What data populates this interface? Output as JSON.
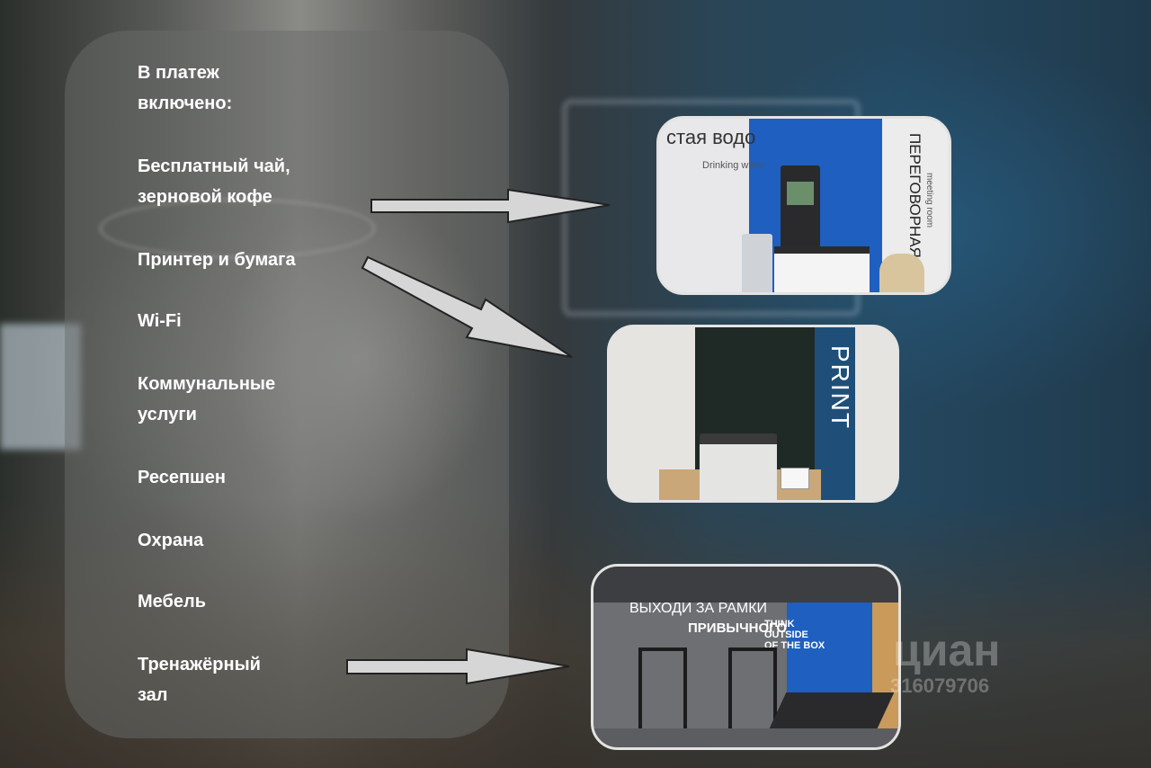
{
  "panel": {
    "heading": "В платеж\nвключено:",
    "items": [
      "Бесплатный чай,\nзерновой кофе",
      "Принтер и бумага",
      "Wi-Fi",
      "Коммунальные\nуслуги",
      "Ресепшен",
      "Охрана",
      "Мебель",
      "Тренажёрный\nзал"
    ]
  },
  "photos": {
    "coffee": {
      "wall_text_top": "стая водо",
      "wall_text_sub": "Drinking water",
      "room_label": "ПЕРЕГОВОРНАЯ",
      "room_sub": "meeting room"
    },
    "print": {
      "sign": "PRINT"
    },
    "gym": {
      "slogan_line1": "ВЫХОДИ ЗА РАМКИ",
      "slogan_line2": "ПРИВЫЧНОГО",
      "think_box": "THINK\nOUTSIDE\nOF THE BOX"
    }
  },
  "watermark": {
    "brand": "циан",
    "id": "316079706"
  },
  "colors": {
    "panel": "#696b69",
    "arrow_fill": "#d6d6d6",
    "arrow_stroke": "#222222",
    "brand_blue": "#1f5fbf",
    "print_blue": "#1f4f79"
  }
}
